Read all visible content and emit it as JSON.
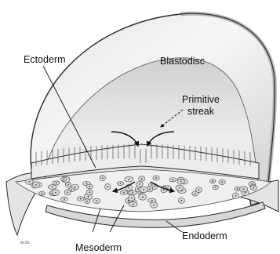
{
  "figure": {
    "labels": {
      "ectoderm": "Ectoderm",
      "blastodisc": "Blastodisc",
      "primitive_streak_line1": "Primitive",
      "primitive_streak_line2": "streak",
      "mesoderm": "Mesoderm",
      "endoderm": "Endoderm"
    },
    "corner_mark": "w.ss",
    "colors": {
      "background": "#ffffff",
      "outline": "#2a2a2a",
      "dome_light": "#f1f1f1",
      "dome_shade": "#c6c6c6",
      "rim": "#9a9a9a",
      "cell_fill": "#dadada",
      "nucleus": "#555555"
    }
  }
}
